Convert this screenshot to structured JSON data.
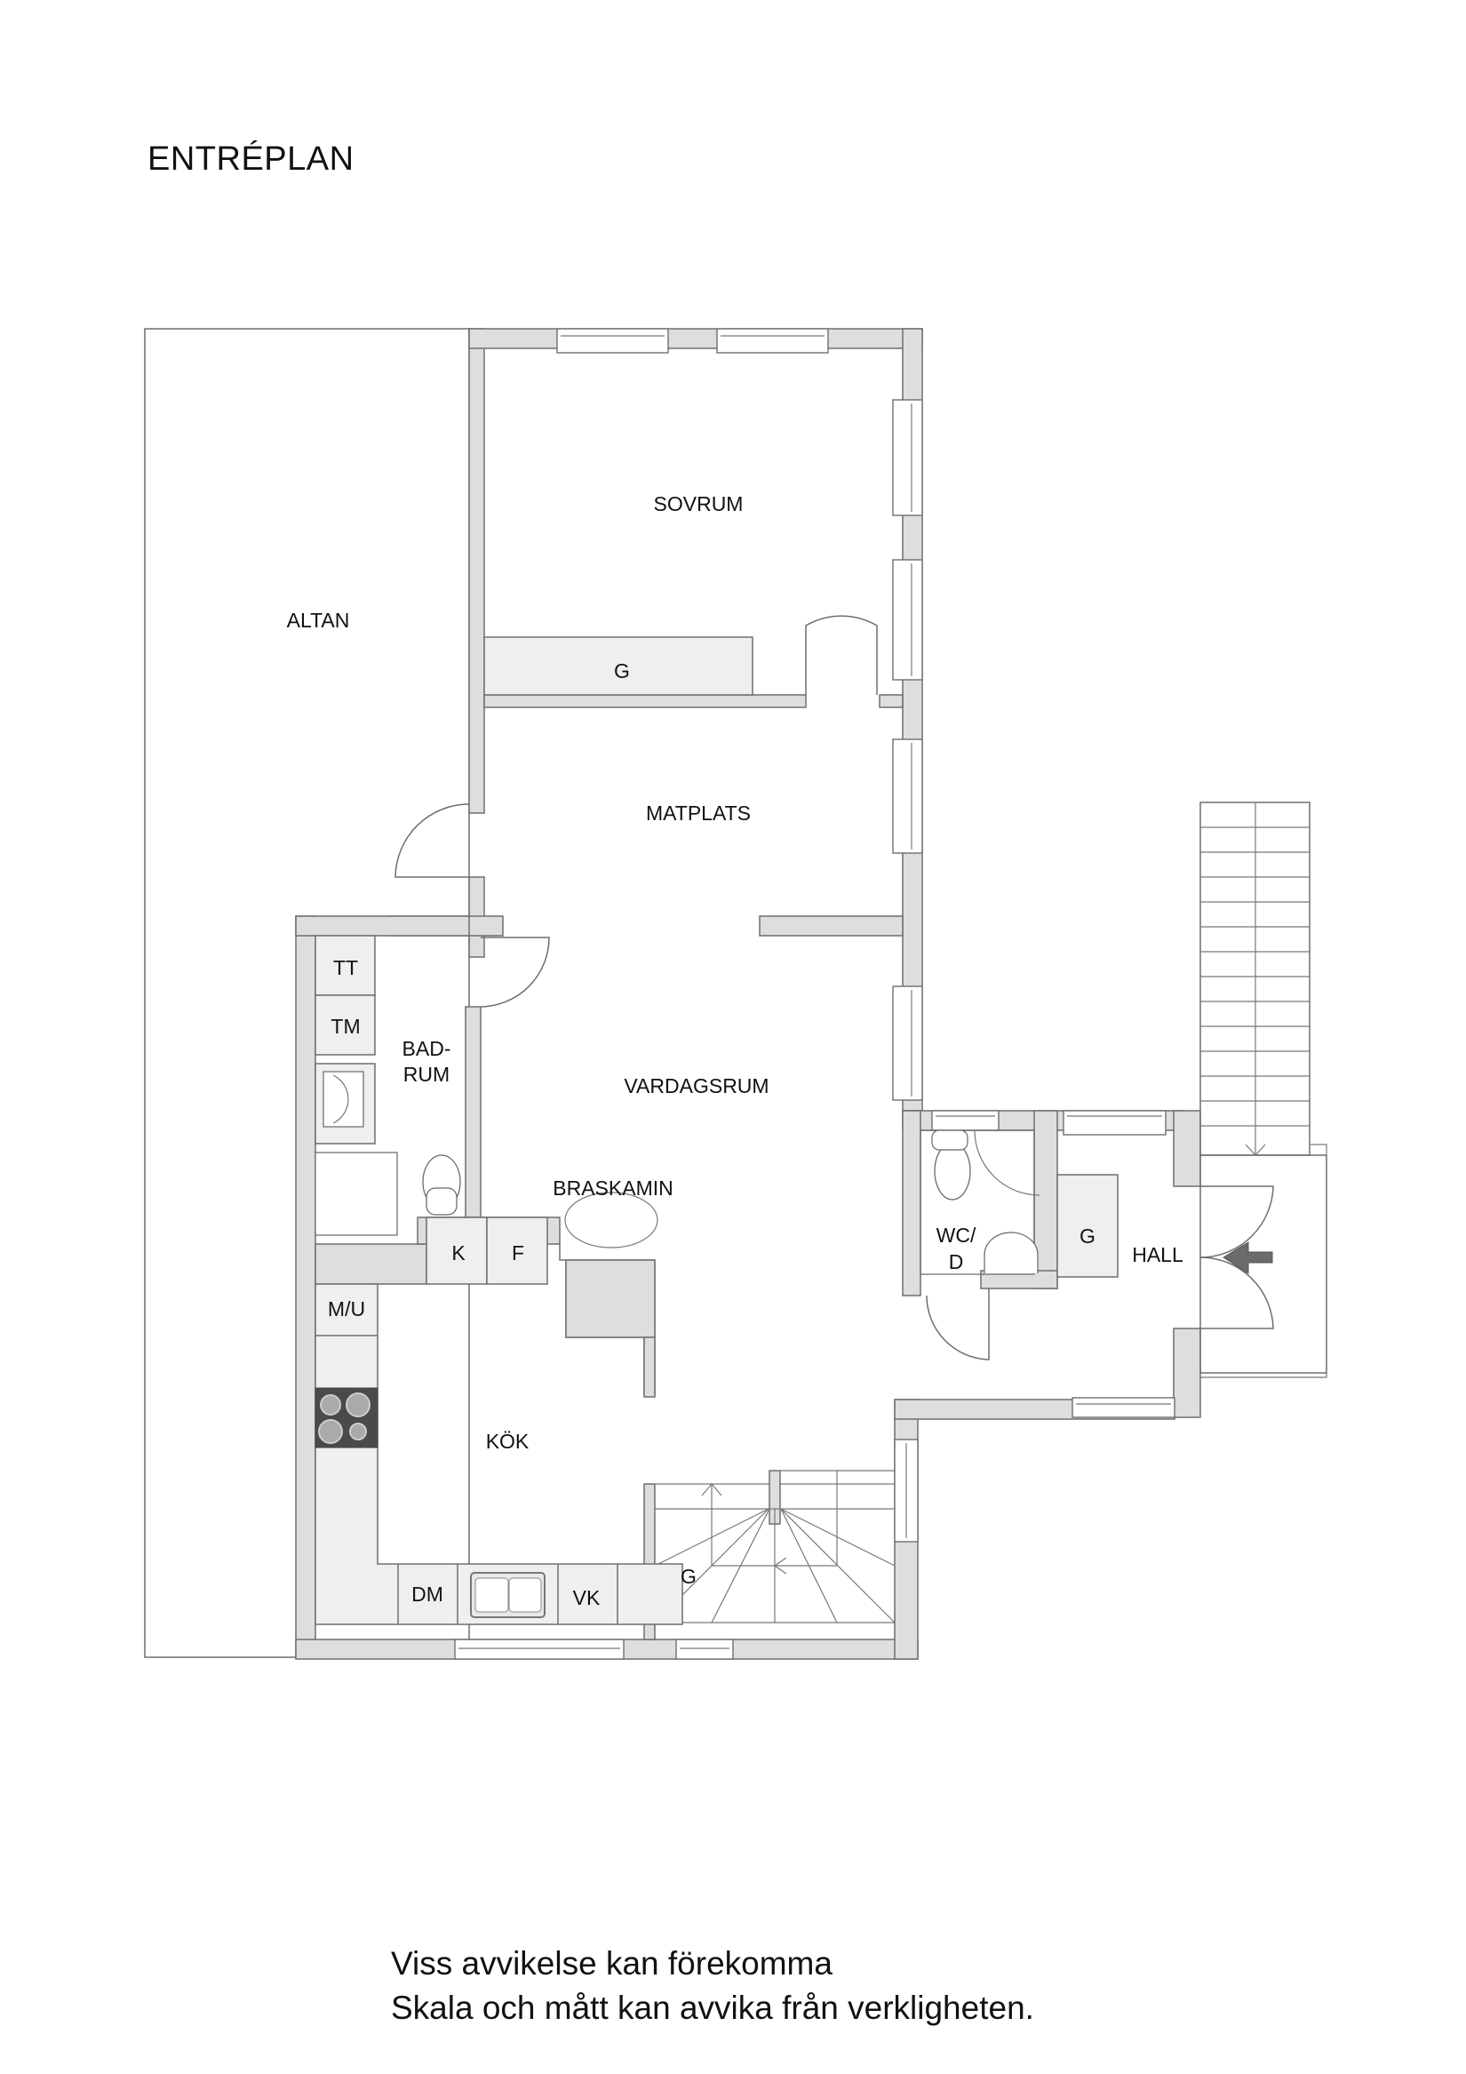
{
  "header": {
    "title": "ENTRÉPLAN"
  },
  "rooms": {
    "altan": "ALTAN",
    "sovrum": "SOVRUM",
    "sovrum_closet": "G",
    "matplats": "MATPLATS",
    "vardagsrum": "VARDAGSRUM",
    "braskamin": "BRASKAMIN",
    "badrum_line1": "BAD-",
    "badrum_line2": "RUM",
    "tt": "TT",
    "tm": "TM",
    "k": "K",
    "f": "F",
    "mu": "M/U",
    "kok": "KÖK",
    "dm": "DM",
    "vk": "VK",
    "stair_closet": "G",
    "wc_line1": "WC/",
    "wc_line2": "D",
    "hall_closet": "G",
    "hall": "HALL"
  },
  "colors": {
    "wall_fill": "#dedede",
    "wall_stroke": "#6e6e6e",
    "fixture_fill": "#efefef",
    "stove": "#4a4a4a",
    "entry_arrow": "#6b6b6b"
  },
  "footer": {
    "line1": "Viss avvikelse kan förekomma",
    "line2": "Skala och mått kan avvika från verkligheten."
  }
}
